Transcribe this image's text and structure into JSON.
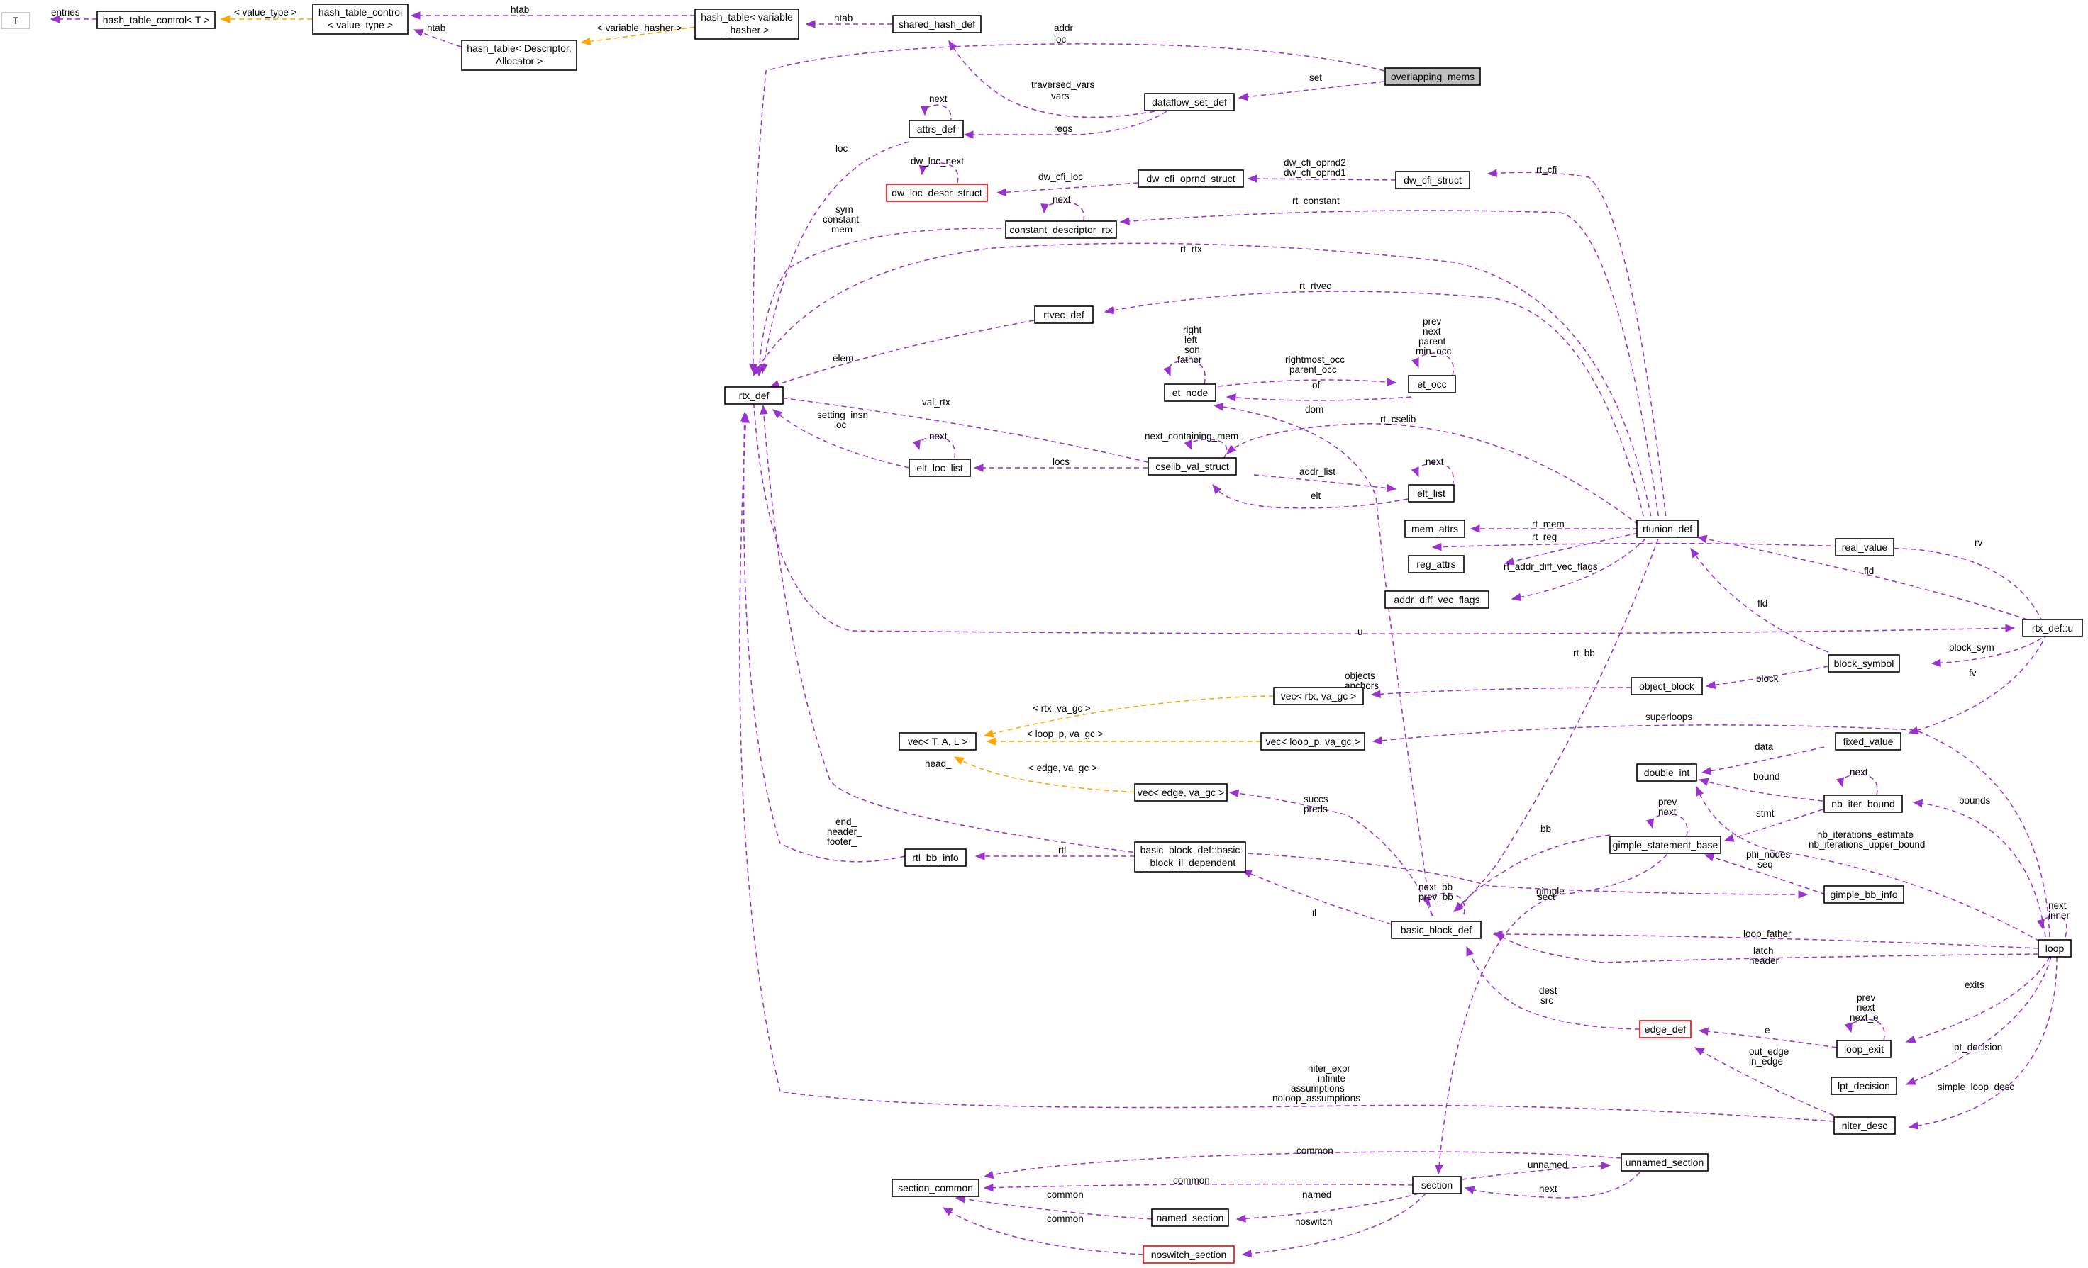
{
  "colors": {
    "member_edge": "#9a32cd",
    "template_edge": "#ffa500",
    "highlight_fill": "#bfbfbf",
    "incomplete_border": "#ff0000",
    "external_border": "#bfbfbf"
  },
  "nodes": {
    "T": "T",
    "hash_table_control_T": "hash_table_control< T >",
    "hash_table_control_value_type": [
      "hash_table_control",
      "< value_type >"
    ],
    "hash_table_variable_hasher": [
      "hash_table< variable",
      "_hasher >"
    ],
    "hash_table_descriptor": [
      "hash_table< Descriptor,",
      "Allocator >"
    ],
    "shared_hash_def": "shared_hash_def",
    "overlapping_mems": "overlapping_mems",
    "dataflow_set_def": "dataflow_set_def",
    "attrs_def": "attrs_def",
    "dw_loc_descr_struct": "dw_loc_descr_struct",
    "dw_cfi_oprnd_struct": "dw_cfi_oprnd_struct",
    "dw_cfi_struct": "dw_cfi_struct",
    "constant_descriptor_rtx": "constant_descriptor_rtx",
    "rtvec_def": "rtvec_def",
    "rtx_def": "rtx_def",
    "et_node": "et_node",
    "et_occ": "et_occ",
    "elt_loc_list": "elt_loc_list",
    "cselib_val_struct": "cselib_val_struct",
    "elt_list": "elt_list",
    "mem_attrs": "mem_attrs",
    "reg_attrs": "reg_attrs",
    "addr_diff_vec_flags": "addr_diff_vec_flags",
    "rtunion_def": "rtunion_def",
    "real_value": "real_value",
    "rtx_def_u": "rtx_def::u",
    "block_symbol": "block_symbol",
    "object_block": "object_block",
    "vec_rtx": "vec< rtx, va_gc >",
    "vec_T_A_L": "vec< T, A, L >",
    "vec_loop_p": "vec< loop_p, va_gc >",
    "fixed_value": "fixed_value",
    "double_int": "double_int",
    "nb_iter_bound": "nb_iter_bound",
    "vec_edge": "vec< edge, va_gc >",
    "gimple_statement_base": "gimple_statement_base",
    "rtl_bb_info": "rtl_bb_info",
    "bb_il_dependent": [
      "basic_block_def::basic",
      "_block_il_dependent"
    ],
    "gimple_bb_info": "gimple_bb_info",
    "basic_block_def": "basic_block_def",
    "loop": "loop",
    "edge_def": "edge_def",
    "loop_exit": "loop_exit",
    "lpt_decision": "lpt_decision",
    "niter_desc": "niter_desc",
    "section_common": "section_common",
    "section": "section",
    "unnamed_section": "unnamed_section",
    "named_section": "named_section",
    "noswitch_section": "noswitch_section"
  },
  "edge_labels": {
    "entries": "entries",
    "value_type": "< value_type >",
    "htab": "htab",
    "variable_hasher": "< variable_hasher >",
    "addr_loc": [
      "addr",
      "loc"
    ],
    "set": "set",
    "traversed_vars": [
      "traversed_vars",
      "vars"
    ],
    "regs": "regs",
    "next": "next",
    "loc": "loc",
    "dw_loc_next": "dw_loc_next",
    "dw_cfi_loc": "dw_cfi_loc",
    "dw_cfi_oprnd": [
      "dw_cfi_oprnd2",
      "dw_cfi_oprnd1"
    ],
    "rt_cfi": "rt_cfi",
    "rt_constant": "rt_constant",
    "sym_constant_mem": [
      "sym",
      "constant",
      "mem"
    ],
    "rt_rtx": "rt_rtx",
    "rt_rtvec": "rt_rtvec",
    "elem": "elem",
    "et_node_self": [
      "right",
      "left",
      "son",
      "father"
    ],
    "et_occ_self": [
      "prev",
      "next",
      "parent",
      "min_occ"
    ],
    "rightmost_occ": [
      "rightmost_occ",
      "parent_occ"
    ],
    "of": "of",
    "val_rtx": "val_rtx",
    "dom": "dom",
    "setting_insn": [
      "setting_insn",
      "loc"
    ],
    "next_containing_mem": "next_containing_mem",
    "rt_cselib": "rt_cselib",
    "locs": "locs",
    "addr_list": "addr_list",
    "elt": "elt",
    "rt_mem": "rt_mem",
    "rt_reg": "rt_reg",
    "rt_addr_diff_vec_flags": "rt_addr_diff_vec_flags",
    "rv": "rv",
    "fld": "fld",
    "u": "u",
    "rt_bb": "rt_bb",
    "block_sym": "block_sym",
    "block": "block",
    "fv": "fv",
    "objects_anchors": [
      "objects",
      "anchors"
    ],
    "rtx_va_gc": "< rtx, va_gc >",
    "loop_p_va_gc": "< loop_p, va_gc >",
    "superloops": "superloops",
    "edge_va_gc": "< edge, va_gc >",
    "head": "head_",
    "data": "data",
    "bound": "bound",
    "bounds": "bounds",
    "stmt": "stmt",
    "prev_next": [
      "prev",
      "next"
    ],
    "succs_preds": [
      "succs",
      "preds"
    ],
    "bb": "bb",
    "nb_iterations": [
      "nb_iterations_estimate",
      "nb_iterations_upper_bound"
    ],
    "end_header_footer": [
      "end_",
      "header_",
      "footer_"
    ],
    "rtl": "rtl",
    "sect": "sect",
    "phi_nodes": [
      "phi_nodes",
      "seq"
    ],
    "gimple": "gimple",
    "il": "il",
    "next_bb": [
      "next_bb",
      "prev_bb"
    ],
    "next_inner": [
      "next",
      "inner"
    ],
    "loop_father": "loop_father",
    "latch_header": [
      "latch",
      "header"
    ],
    "exits": "exits",
    "loop_exit_self": [
      "prev",
      "next",
      "next_e"
    ],
    "dest_src": [
      "dest",
      "src"
    ],
    "e": "e",
    "out_edge": [
      "out_edge",
      "in_edge"
    ],
    "lpt_decision": "lpt_decision",
    "niter_expr": [
      "niter_expr",
      "infinite",
      "assumptions",
      "noloop_assumptions"
    ],
    "simple_loop_desc": "simple_loop_desc",
    "common": "common",
    "unnamed": "unnamed",
    "named": "named",
    "noswitch": "noswitch"
  }
}
